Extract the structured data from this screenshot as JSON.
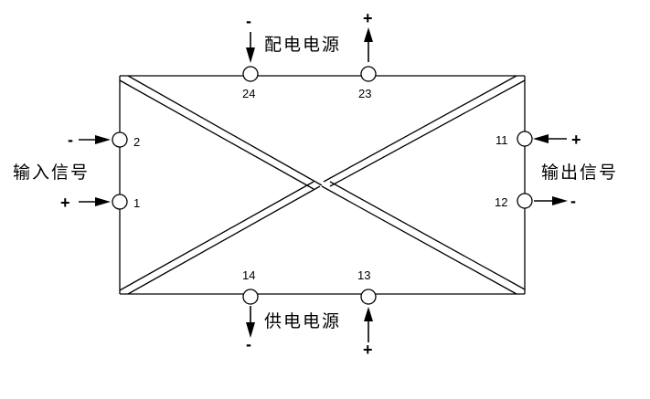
{
  "labels": {
    "top": "配电电源",
    "bottom": "供电电源",
    "left": "输入信号",
    "right": "输出信号"
  },
  "terminals": {
    "t24": "24",
    "t23": "23",
    "t2": "2",
    "t1": "1",
    "t11": "11",
    "t12": "12",
    "t14": "14",
    "t13": "13"
  },
  "signs": {
    "top_minus": "-",
    "top_plus": "+",
    "left_minus": "-",
    "left_plus": "+",
    "right_plus": "+",
    "right_minus": "-",
    "bottom_minus": "-",
    "bottom_plus": "+"
  }
}
